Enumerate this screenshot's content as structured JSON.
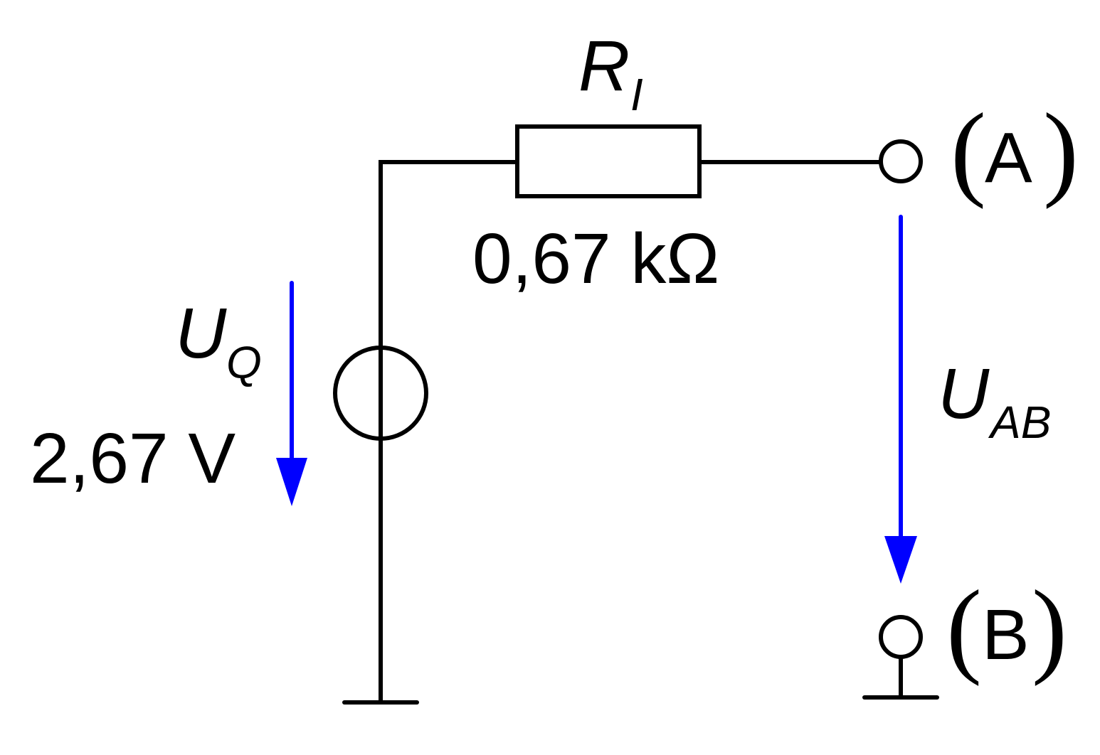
{
  "colors": {
    "wire": "#000000",
    "arrow": "#0000ff",
    "background": "#ffffff"
  },
  "resistor": {
    "symbol": "R",
    "subscript": "I",
    "value": "0,67 kΩ"
  },
  "source": {
    "symbol": "U",
    "subscript": "Q",
    "value": "2,67 V"
  },
  "output_voltage": {
    "symbol": "U",
    "subscript": "AB"
  },
  "terminals": {
    "a": {
      "open": "(",
      "letter": "A",
      "close": ")"
    },
    "b": {
      "open": "(",
      "letter": "B",
      "close": ")"
    }
  }
}
